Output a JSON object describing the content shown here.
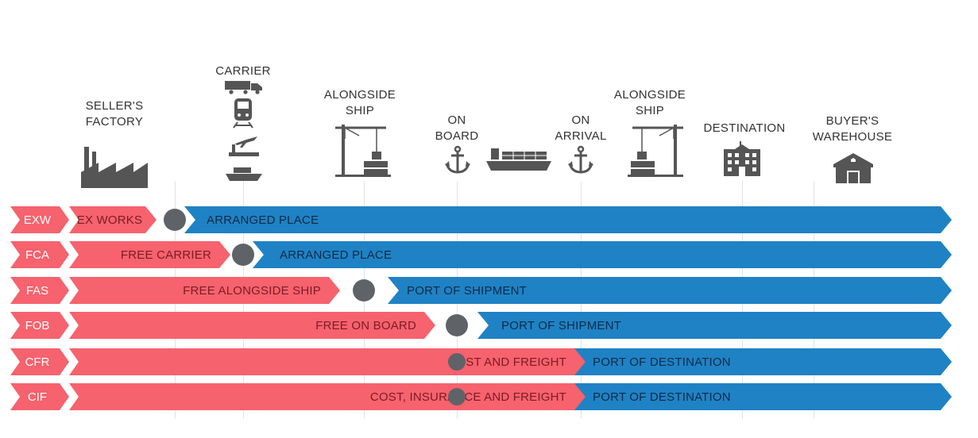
{
  "headers": {
    "seller_factory": [
      "SELLER'S",
      "FACTORY"
    ],
    "carrier": [
      "CARRIER"
    ],
    "alongside_ship_origin": [
      "ALONGSIDE",
      "SHIP"
    ],
    "on_board": [
      "ON",
      "BOARD"
    ],
    "on_arrival": [
      "ON",
      "ARRIVAL"
    ],
    "alongside_ship_destination": [
      "ALONGSIDE",
      "SHIP"
    ],
    "destination": [
      "DESTINATION"
    ],
    "buyers_warehouse": [
      "BUYER'S",
      "WAREHOUSE"
    ]
  },
  "icons": [
    "factory-icon",
    "truck-icon",
    "train-icon",
    "plane-icon",
    "ship-icon",
    "crane-icon",
    "anchor-icon",
    "container-ship-icon",
    "anchor-icon",
    "crane-icon",
    "building-icon",
    "warehouse-icon"
  ],
  "colors": {
    "seller": "#f6626d",
    "buyer": "#1f82c4",
    "risk_transfer_dot": "#5f6368"
  },
  "rows": [
    {
      "code": "EXW",
      "seller_label": "EX WORKS",
      "buyer_label": "ARRANGED PLACE"
    },
    {
      "code": "FCA",
      "seller_label": "FREE CARRIER",
      "buyer_label": "ARRANGED PLACE"
    },
    {
      "code": "FAS",
      "seller_label": "FREE ALONGSIDE SHIP",
      "buyer_label": "PORT OF SHIPMENT"
    },
    {
      "code": "FOB",
      "seller_label": "FREE ON BOARD",
      "buyer_label": "PORT OF SHIPMENT"
    },
    {
      "code": "CFR",
      "seller_label": "COST AND FREIGHT",
      "buyer_label": "PORT OF DESTINATION"
    },
    {
      "code": "CIF",
      "seller_label": "COST, INSURANCE AND FREIGHT",
      "buyer_label": "PORT OF DESTINATION"
    }
  ]
}
